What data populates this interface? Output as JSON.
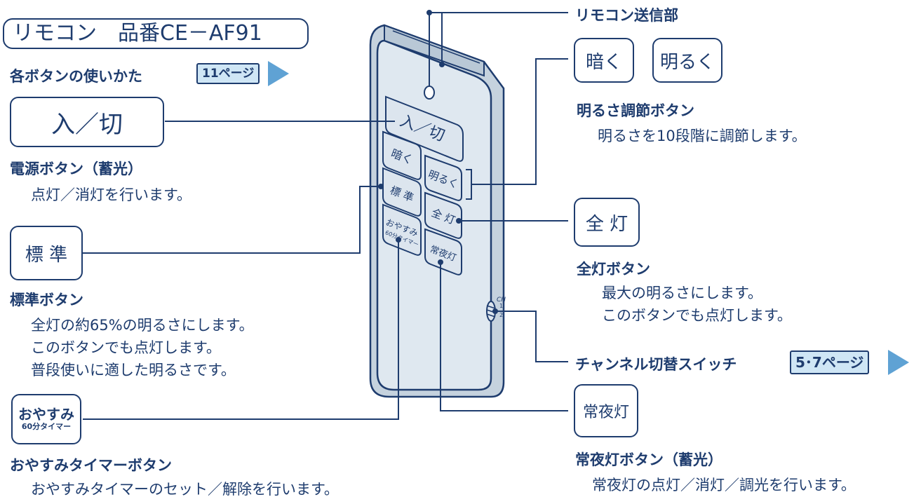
{
  "title": "リモコン　品番CE－AF91",
  "usage": {
    "label": "各ボタンの使いかた",
    "page_ref": "11ページ"
  },
  "remote": {
    "btn_power": "入／切",
    "btn_dark": "暗く",
    "btn_bright": "明るく",
    "btn_standard": "標 準",
    "btn_full": "全 灯",
    "btn_sleep_1": "おやすみ",
    "btn_sleep_2": "60分タイマー",
    "btn_night": "常夜灯",
    "switch_ch": "CH",
    "switch_1": "1",
    "switch_2": "2"
  },
  "callouts": {
    "transmitter": {
      "label": "リモコン送信部"
    },
    "brightness": {
      "btn_dark": "暗く",
      "btn_bright": "明るく",
      "name": "明るさ調節ボタン",
      "desc": [
        "明るさを10段階に調節します。"
      ]
    },
    "power": {
      "btn": "入／切",
      "name": "電源ボタン（蓄光）",
      "desc": [
        "点灯／消灯を行います。"
      ]
    },
    "standard": {
      "btn": "標 準",
      "name": "標準ボタン",
      "desc": [
        "全灯の約65%の明るさにします。",
        "このボタンでも点灯します。",
        "普段使いに適した明るさです。"
      ]
    },
    "full": {
      "btn": "全 灯",
      "name": "全灯ボタン",
      "desc": [
        "最大の明るさにします。",
        "このボタンでも点灯します。"
      ]
    },
    "channel": {
      "name": "チャンネル切替スイッチ",
      "page_ref": "5･7ページ"
    },
    "night": {
      "btn": "常夜灯",
      "name": "常夜灯ボタン（蓄光）",
      "desc": [
        "常夜灯の点灯／消灯／調光を行います。"
      ]
    },
    "sleep": {
      "btn_1": "おやすみ",
      "btn_2": "60分タイマー",
      "name": "おやすみタイマーボタン",
      "desc": [
        "おやすみタイマーのセット／解除を行います。"
      ]
    }
  },
  "colors": {
    "navy": "#1e3c6e",
    "remote_body": "#dfe8f0",
    "remote_shadow": "#c5d2de",
    "button_face": "#dce5ee",
    "page_ref_bg": "#cfe6f5",
    "arrow": "#5fa2d4"
  }
}
